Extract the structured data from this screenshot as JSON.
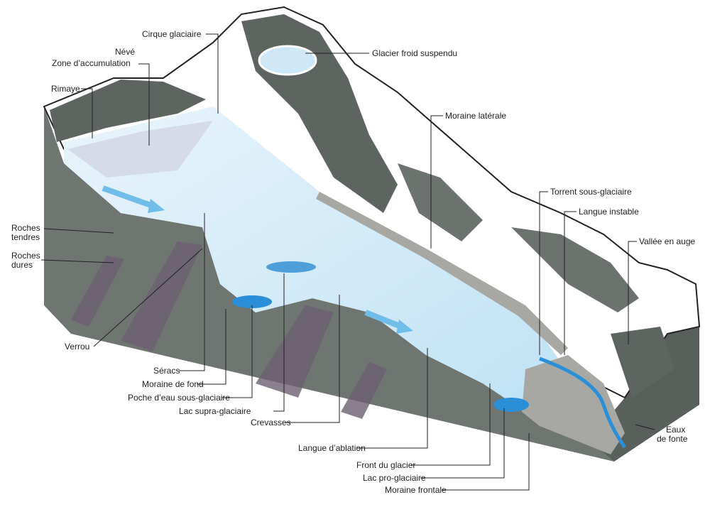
{
  "labels": {
    "cirque": "Cirque glaciaire",
    "neve": "Névé",
    "accumulation": "Zone d’accumulation",
    "rimaye": "Rimaye",
    "glacier_froid": "Glacier froid suspendu",
    "moraine_laterale": "Moraine latérale",
    "torrent": "Torrent sous-glaciaire",
    "langue_instable": "Langue instable",
    "vallee": "Vallée en auge",
    "roches_tendres_1": "Roches",
    "roches_tendres_2": "tendres",
    "roches_dures_1": "Roches",
    "roches_dures_2": "dures",
    "verrou": "Verrou",
    "seracs": "Séracs",
    "moraine_fond": "Moraine de fond",
    "poche": "Poche d’eau sous-glaciaire",
    "lac_supra": "Lac supra-glaciaire",
    "crevasses": "Crevasses",
    "langue_ablation": "Langue d’ablation",
    "front": "Front du glacier",
    "lac_pro": "Lac pro-glaciaire",
    "moraine_frontale": "Moraine frontale",
    "eaux_1": "Eaux",
    "eaux_2": "de fonte"
  },
  "colors": {
    "ice": "#cfe8f7",
    "ice_deep": "#8fcdee",
    "water": "#2a8fd6",
    "rock_face": "#6f7671",
    "rock_hard": "#6b6070",
    "mountain": "#5e6561",
    "snow": "#ffffff",
    "moraine": "#a7a8a3"
  }
}
